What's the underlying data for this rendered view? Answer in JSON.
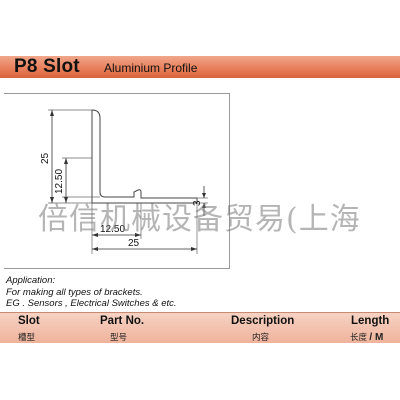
{
  "header": {
    "title": "P8 Slot",
    "subtitle": "Aluminium Profile"
  },
  "drawing": {
    "dim_total_height": "25",
    "dim_half_height": "12.50",
    "dim_thickness": "3",
    "dim_half_width": "12.50",
    "dim_total_width": "25"
  },
  "watermark": "倍信机械设备贸易(上海",
  "application": {
    "heading": "Application:",
    "line1": "For making all types of brackets.",
    "line2": "EG . Sensors , Electrical Switches  &  etc."
  },
  "table": {
    "headers": [
      {
        "en": "Slot",
        "cn": "槽型"
      },
      {
        "en": "Part No.",
        "cn": "型号"
      },
      {
        "en": "Description",
        "cn": "内容"
      },
      {
        "en": "Length",
        "cn": "长度"
      }
    ],
    "length_unit": "/ M"
  },
  "colors": {
    "header_band": "#e8805c",
    "table_header": "#f2c0ab"
  }
}
